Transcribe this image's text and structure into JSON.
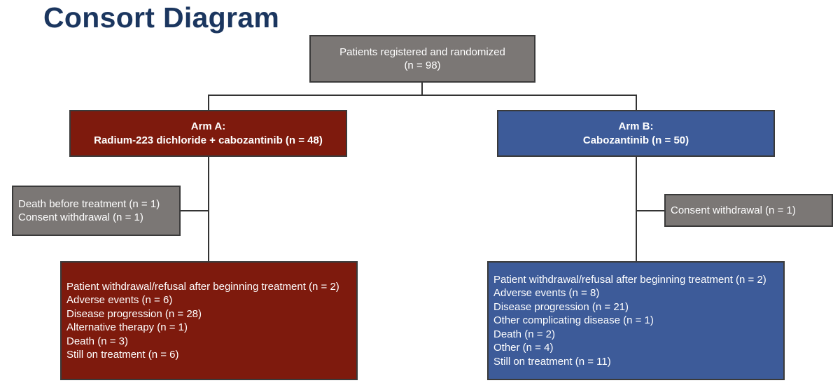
{
  "title": "Consort Diagram",
  "top": {
    "line1": "Patients registered and randomized",
    "line2": "(n = 98)"
  },
  "arm_a": {
    "heading": "Arm A:",
    "subheading": "Radium-223 dichloride + cabozantinib (n = 48)",
    "exclusions": [
      "Death before treatment (n = 1)",
      "Consent withdrawal (n = 1)"
    ],
    "outcomes": [
      "Patient withdrawal/refusal after beginning treatment (n = 2)",
      "Adverse events (n = 6)",
      "Disease progression (n = 28)",
      "Alternative therapy (n = 1)",
      "Death (n = 3)",
      "Still on treatment (n = 6)"
    ]
  },
  "arm_b": {
    "heading": "Arm B:",
    "subheading": "Cabozantinib (n = 50)",
    "exclusions": [
      "Consent withdrawal (n = 1)"
    ],
    "outcomes": [
      "Patient withdrawal/refusal after beginning treatment (n = 2)",
      "Adverse events (n = 8)",
      "Disease progression (n = 21)",
      "Other complicating disease (n = 1)",
      "Death (n = 2)",
      "Other (n = 4)",
      "Still on treatment (n = 11)"
    ]
  },
  "colors": {
    "title": "#1b365f",
    "neutral_box": "#7b7775",
    "arm_a": "#7e1a0d",
    "arm_b": "#3d5b99"
  }
}
